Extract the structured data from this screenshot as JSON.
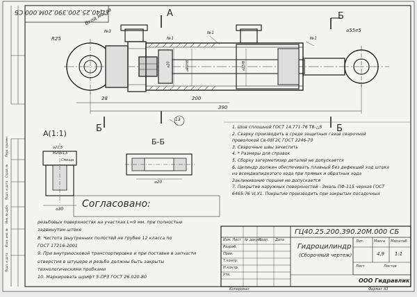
{
  "drawing": {
    "doc_number": "ГЦ40.25.200.390.20М.000 СБ",
    "doc_number_rotated": "ГЦ40.25.200.390.20М.000 СБ",
    "title": "Гидроцилиндр",
    "subtitle": "(Сборочный чертеж)",
    "company": "ООО Гидравлик",
    "stamp_text": "Согласовано:",
    "copied": "Копировал",
    "format": "Формат А3"
  },
  "views": {
    "section_a": "А",
    "section_b": "Б",
    "detail_a": "А(1:1)",
    "section_bb": "Б-Б"
  },
  "dimensions": {
    "r25": "R25",
    "d55": "⌀55е5",
    "l28": "28",
    "l200": "200",
    "l390": "390",
    "l13": "13",
    "d20": "⌀20",
    "d40": "⌀40Н8",
    "d25": "⌀25f8",
    "d30": "⌀30",
    "m20": "М20х1,5",
    "d215": "⌀21,5",
    "d20b": "⌀20",
    "n1a": "№1",
    "n1b": "№1",
    "n1c": "№1",
    "n3": "№3",
    "handwrite": "Вход масла",
    "smeschenie": "Смеща"
  },
  "notes_top": [
    "1. Шов сплошной ГОСТ 14.771-76 Т8-△5",
    "2. Сварку производить в среде защитных газов сварочной",
    "проволокой Св-08Г2С ГОСТ 2246-70",
    "3. Сварочные швы зачистить",
    "4. * Размеры для справок",
    "5. Сборку загерметизир деталей не допускается",
    "6. Цилиндр должен обеспечивать плавный без дефекций ход штока",
    "на всемдиапидезгого хода при прямых и обратных хода",
    "Заклинивание поршня не допускается",
    "7. Покрытие наружных поверхностей - Эмаль ПФ-115 черная ГОСТ",
    "6465-76  VI.У1. Покрытие производить при закрытых посадочных"
  ],
  "notes_bottom": [
    "резьбовых поверхностях на участках  L=9 мм. при полностью",
    "задвинутом штоке",
    "8. Чистота (внутренних полостей не грубее 12 класса по",
    "ГОСТ 17216-2001",
    "9. При внутриюсковой транспортировке и при поставке в запчасти",
    "отверстия в штуцере и резьба должны быть закрыты",
    "технологическими пробками",
    "10. Маркировать шрифт 5-ПР3 ГОСТ 26.020-80"
  ],
  "title_block": {
    "lit_header": "Лит.",
    "mass_header": "Масса",
    "scale_header": "Масштаб",
    "mass": "4,9",
    "scale": "1:1",
    "sheet": "Лист",
    "sheets": "Листов",
    "rows": [
      "Изм. Лист",
      "Разраб.",
      "Пров.",
      "Т.контр.",
      "Н.контр.",
      "Утв."
    ],
    "col_headers": [
      "№ докум.",
      "Подп.",
      "Дата"
    ]
  },
  "side_strip": [
    "Перв. примен.",
    "Справ. №",
    "Подп. и дата",
    "Инв. № дубл.",
    "Взам. инв. №",
    "Подп. и дата",
    "Инв. № подл."
  ]
}
